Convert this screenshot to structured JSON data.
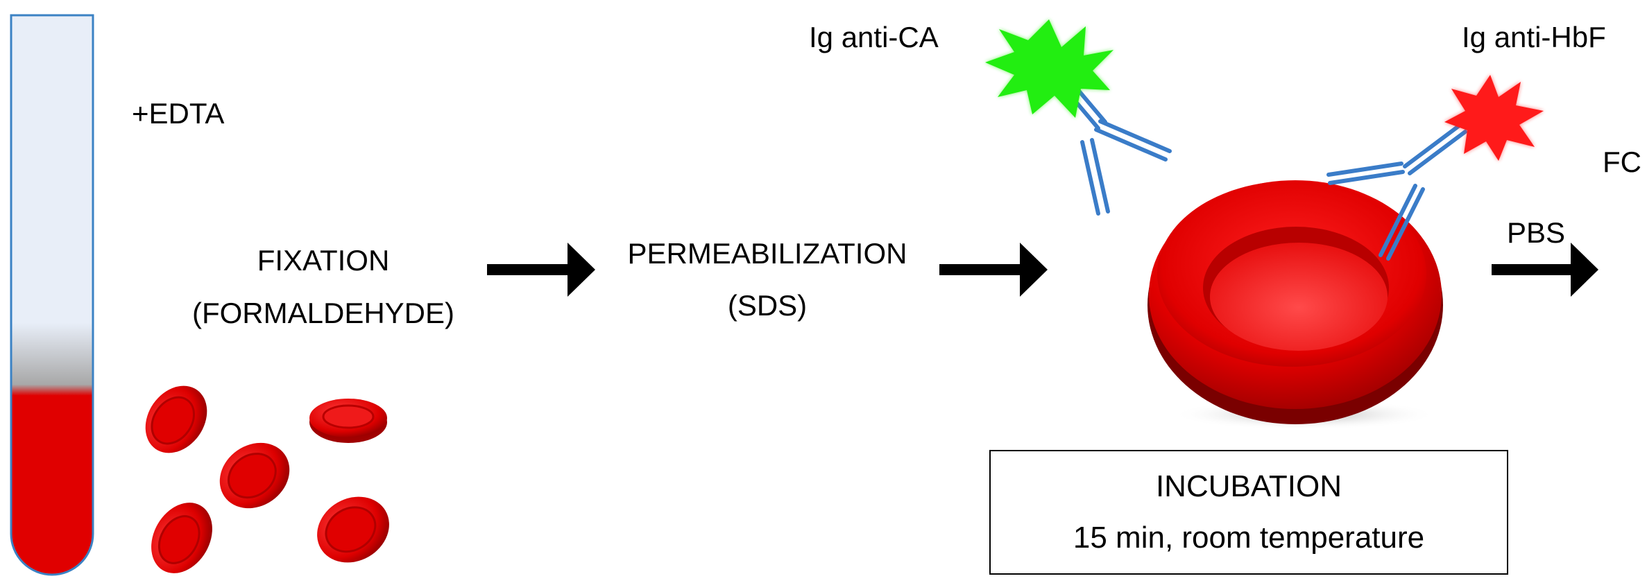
{
  "labels": {
    "edta": "+EDTA",
    "fixation_line1": "FIXATION",
    "fixation_line2": "(FORMALDEHYDE)",
    "perm_line1": "PERMEABILIZATION",
    "perm_line2": "(SDS)",
    "ig_ca": "Ig anti-CA",
    "ig_hbf": "Ig anti-HbF",
    "fc": "FC",
    "pbs": "PBS"
  },
  "incubation": {
    "title": "INCUBATION",
    "detail": "15 min, room temperature"
  },
  "colors": {
    "blood_red": "#e00000",
    "tube_plasma": "#e8eef8",
    "tube_border": "#3b82c4",
    "antibody_blue": "#3a7cc8",
    "fluor_green": "#22ee11",
    "fluor_red": "#ff1a1a"
  }
}
